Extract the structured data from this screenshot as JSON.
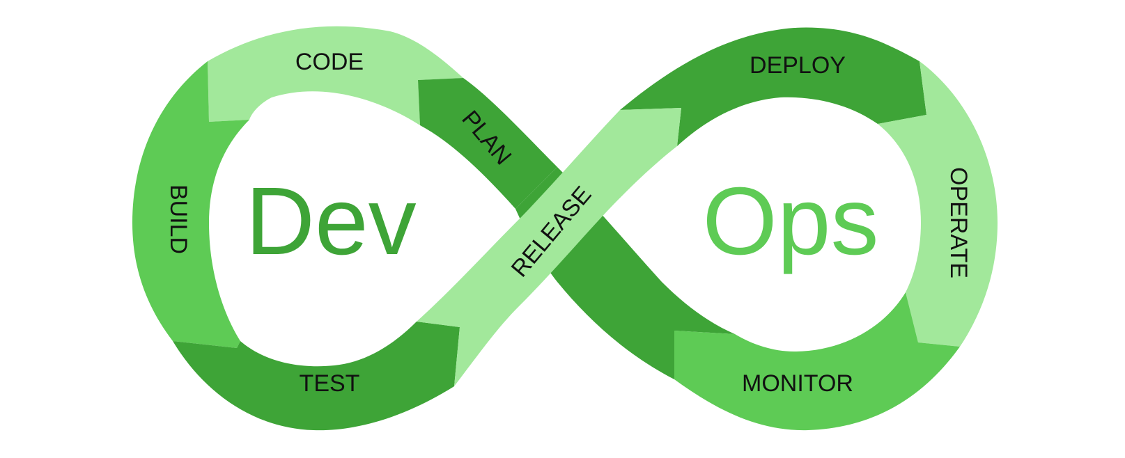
{
  "colors": {
    "dark": "#3ea437",
    "medium": "#5ecb55",
    "light": "#a2e89b",
    "dev_text": "#3ea437",
    "ops_text": "#5ecb55",
    "label_text": "#111111",
    "background": "#ffffff"
  },
  "center": {
    "left_word": "Dev",
    "right_word": "Ops"
  },
  "stages": {
    "code": "CODE",
    "plan": "PLAN",
    "build": "BUILD",
    "test": "TEST",
    "release": "RELEASE",
    "deploy": "DEPLOY",
    "operate": "OPERATE",
    "monitor": "MONITOR"
  }
}
